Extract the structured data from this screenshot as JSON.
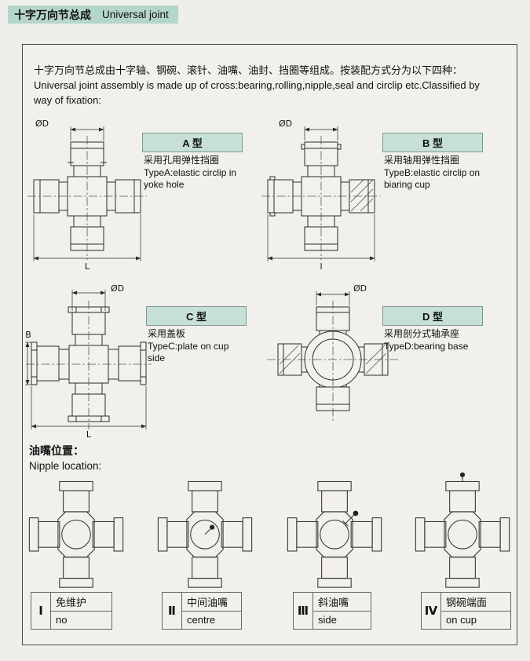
{
  "header": {
    "title_zh": "十字万向节总成",
    "title_en": "Universal joint"
  },
  "intro": {
    "zh": "十字万向节总成由十字轴、钢碗、滚针、油嘴、油封、挡圈等组成。按装配方式分为以下四种：",
    "en": "Universal joint assembly is made up of cross:bearing,rolling,nipple,seal and circlip etc.Classified by way of fixation:"
  },
  "types": [
    {
      "title": "A 型",
      "desc_zh": "采用孔用弹性挡圈",
      "desc_en": "TypeA:elastic circlip in yoke hole"
    },
    {
      "title": "B 型",
      "desc_zh": "采用轴用弹性挡圈",
      "desc_en": "TypeB:elastic circlip on biaring cup"
    },
    {
      "title": "C 型",
      "desc_zh": "采用盖板",
      "desc_en": "TypeC:plate on cup side"
    },
    {
      "title": "D 型",
      "desc_zh": "采用剖分式轴承座",
      "desc_en": "TypeD:bearing base"
    }
  ],
  "dims": {
    "od": "ØD",
    "length_L": "L",
    "length_l": "l",
    "width_B": "B"
  },
  "nipple_section": {
    "title_zh": "油嘴位置：",
    "title_en": "Nipple location:"
  },
  "locations": [
    {
      "numeral": "Ⅰ",
      "zh": "免维护",
      "en": "no"
    },
    {
      "numeral": "Ⅱ",
      "zh": "中间油嘴",
      "en": "centre"
    },
    {
      "numeral": "Ⅲ",
      "zh": "斜油嘴",
      "en": "side"
    },
    {
      "numeral": "Ⅳ",
      "zh": "钢碗端面",
      "en": "on cup"
    }
  ],
  "colors": {
    "header_bg": "#b4d6ca",
    "type_header_bg": "#c6e0d7",
    "page_bg": "#f0eeea",
    "line": "#2b2b2b"
  }
}
